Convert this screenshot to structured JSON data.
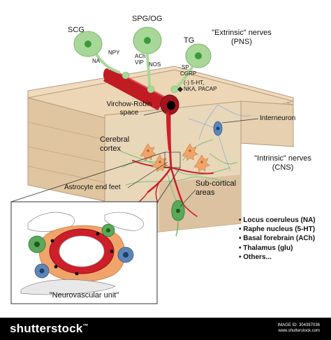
{
  "labels": {
    "scg": "SCG",
    "spg_og": "SPG/OG",
    "tg": "TG",
    "extrinsic": "\"Extrinsic\" nerves",
    "pns": "(PNS)",
    "npy": "NPY",
    "na": "NA",
    "ach": "ACh",
    "vip": "VIP",
    "nos": "NOS",
    "sp": "SP",
    "cgrp": "CGRP",
    "ht5": "(-) 5-HT,",
    "nka_pacap": "NKA, PACAP",
    "virchow_1": "Virchow-Robin",
    "virchow_2": "space",
    "cerebral_1": "Cerebral",
    "cerebral_2": "cortex",
    "interneuron": "Interneuron",
    "intrinsic": "\"Intrinsic\" nerves",
    "cns": "(CNS)",
    "astrocyte": "Astrocyte end feet",
    "subcortical_1": "Sub-cortical",
    "subcortical_2": "areas",
    "nvu": "\"Neurovascular unit\""
  },
  "sources": [
    "Locus coeruleus (NA)",
    "Raphe nucleus (5-HT)",
    "Basal forebrain (ACh)",
    "Thalamus (glu)",
    "Others..."
  ],
  "footer": {
    "brand": "shutterstock",
    "image_id_line1": "IMAGE ID: 304397036",
    "image_id_line2": "www.shutterstock.com"
  },
  "colors": {
    "ganglion": "#a8d897",
    "ganglion_nucleus": "#3a9a3a",
    "vessel": "#cc1f2a",
    "tissue": "#e6cfae",
    "tissue_dark": "#c7aa85",
    "astrocyte": "#f0a46a",
    "interneuron": "#5d86b8"
  }
}
